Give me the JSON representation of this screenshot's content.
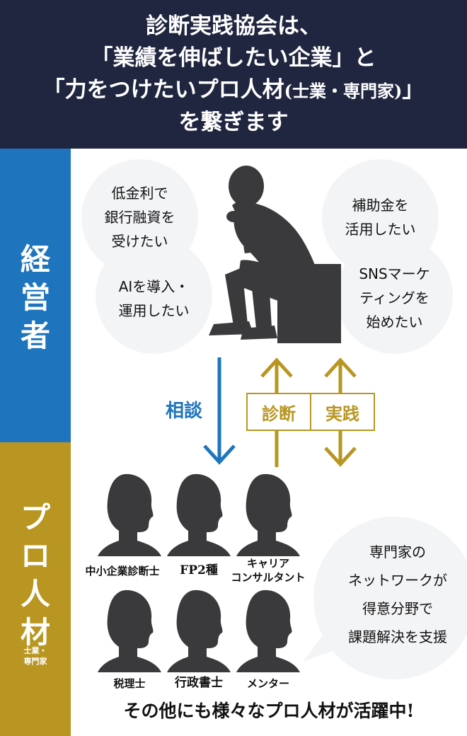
{
  "header": {
    "line1": "診断実践協会は、",
    "line2": "「業績を伸ばしたい企業」と",
    "line3_main": "「力をつけたいプロ人材",
    "line3_small": "(士業・専門家)",
    "line3_end": "」",
    "line4": "を繋ぎます"
  },
  "sections": {
    "managers_label": "経営者",
    "pros_label": "プロ人材",
    "pros_sub_1": "士業・",
    "pros_sub_2": "専門家"
  },
  "bubbles": [
    {
      "lines": [
        "低金利で",
        "銀行融資を",
        "受けたい"
      ]
    },
    {
      "lines": [
        "AIを導入・",
        "運用したい"
      ]
    },
    {
      "lines": [
        "補助金を",
        "活用したい"
      ]
    },
    {
      "lines": [
        "SNSマーケ",
        "ティングを",
        "始めたい"
      ]
    }
  ],
  "flow": {
    "consult": "相談",
    "diagnose": "診断",
    "practice": "実践"
  },
  "professionals": [
    {
      "lines": [
        "中小企業診断士"
      ]
    },
    {
      "lines": [
        "FP2種"
      ]
    },
    {
      "lines": [
        "キャリア",
        "コンサルタント"
      ]
    },
    {
      "lines": [
        "税理士"
      ]
    },
    {
      "lines": [
        "行政書士"
      ]
    },
    {
      "lines": [
        "メンター"
      ]
    }
  ],
  "network_bubble": {
    "lines": [
      "専門家の",
      "ネットワークが",
      "得意分野で",
      "課題解決を支援"
    ]
  },
  "footer": "その他にも様々なプロ人材が活躍中!",
  "colors": {
    "navy": "#20263f",
    "blue": "#1f75bd",
    "gold": "#b89621",
    "silhouette": "#3a3a3c",
    "bubble": "#f3f4f6"
  },
  "icons": [
    "thinking-man-icon",
    "head-silhouette-icon",
    "arrow-down-icon",
    "arrow-up-icon",
    "double-arrow-icon"
  ]
}
